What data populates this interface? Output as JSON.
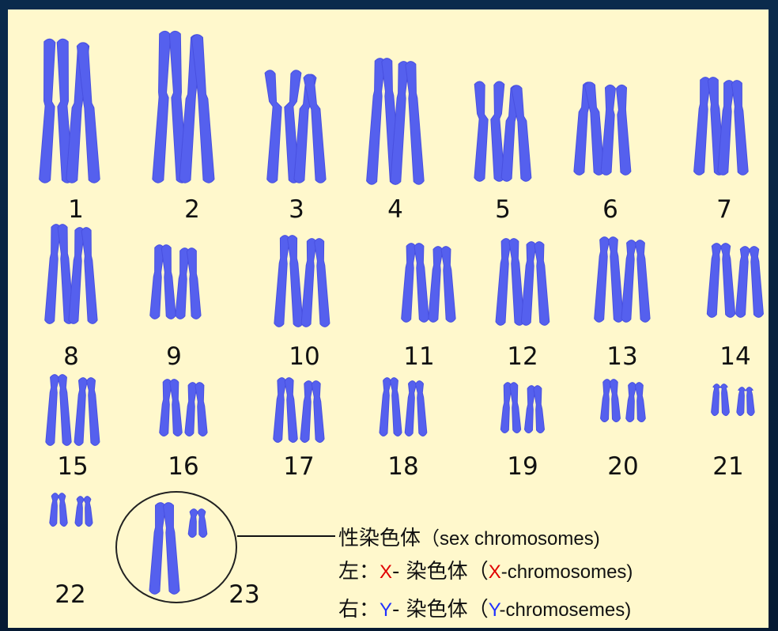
{
  "labels": [
    "1",
    "2",
    "3",
    "4",
    "5",
    "6",
    "7",
    "8",
    "9",
    "10",
    "11",
    "12",
    "13",
    "14",
    "15",
    "16",
    "17",
    "18",
    "19",
    "20",
    "21",
    "22",
    "23"
  ],
  "legend": {
    "line1": {
      "zh": "性染色体",
      "en": "（sex chromosomes)"
    },
    "line2": {
      "prefix": "左：",
      "letter": "X",
      "mid": "- 染色体",
      "open": "（",
      "letter2": "X",
      "rest": "-chromosomes)"
    },
    "line3": {
      "prefix": "右：",
      "letter": "Y",
      "mid": "- 染色体",
      "open": "（",
      "letter2": "Y",
      "rest": "-chromosemes)"
    }
  },
  "colors": {
    "chromosome": "#5560ee",
    "panel": "#fff8cc",
    "x_letter": "#e00000",
    "y_letter": "#2030ff"
  }
}
